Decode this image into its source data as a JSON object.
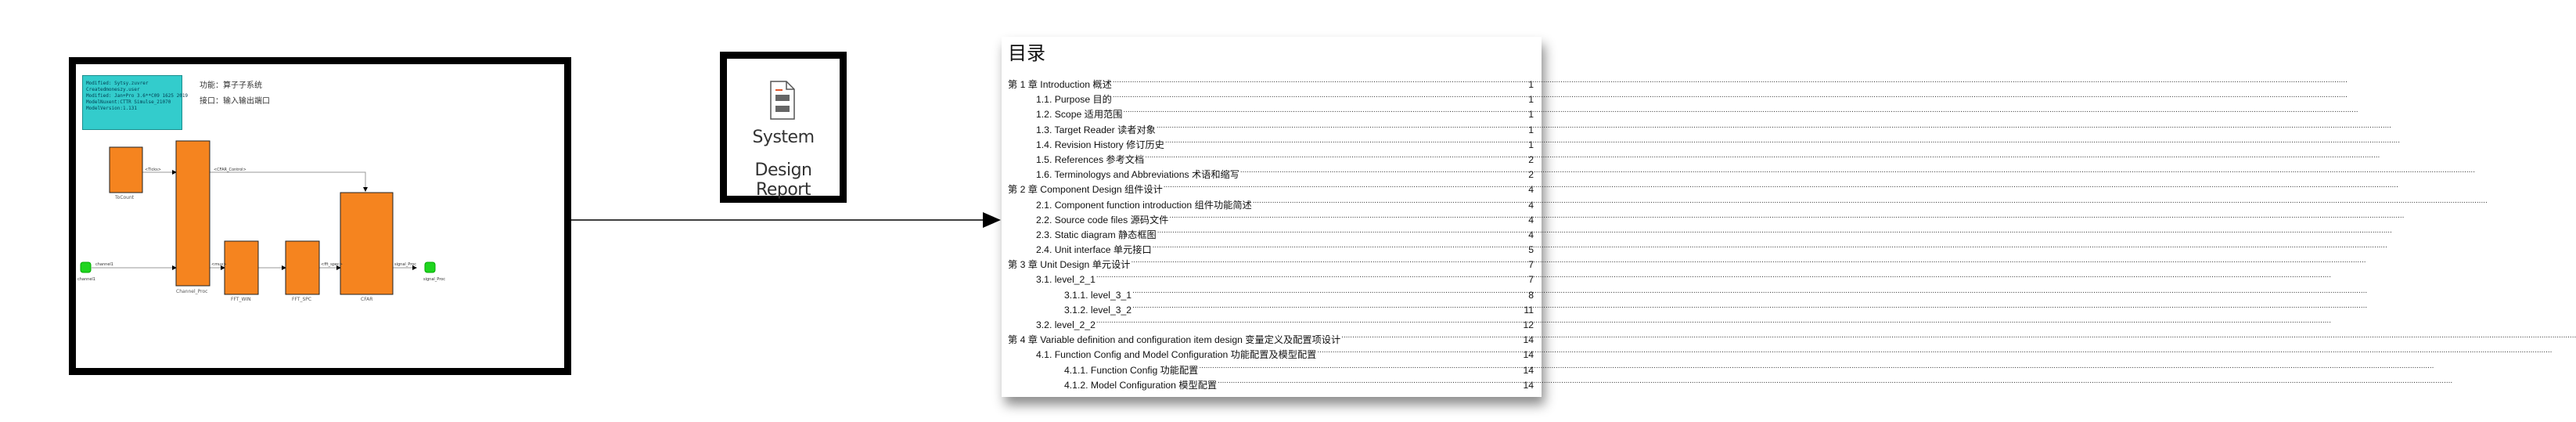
{
  "model": {
    "info_lines": [
      "Modified: Sytsy.zuvrer",
      "Createdmoneszy.user",
      "Modified: Jan+Pro 3.6**C09 1625 2019",
      "ModelNuxent:CTTR Simulse_21070",
      "ModelVersion:1.131"
    ],
    "note_function": "功能：算子子系统",
    "note_interface": "接口：输入输出端口",
    "blocks": {
      "tocount": "ToCount",
      "channel_proc": "Channel_Proc",
      "fft_win": "FFT_WIN",
      "fft_spec": "FFT_SPC",
      "cfar": "CFAR"
    },
    "ports": {
      "inport": "channel1",
      "outport": "signal_Proc"
    },
    "signals": {
      "s1": "<Ticks>",
      "s2": "<CFAR_Control>",
      "s3": "channel1",
      "s4": "<mux>",
      "s5": "<fft_spec>",
      "s6": "signal_Proc"
    }
  },
  "report_icon": {
    "line1": "System",
    "line2": "Design Report",
    "icon": "document-icon"
  },
  "toc": {
    "title": "目录",
    "entries": [
      {
        "level": 0,
        "text": "第 1 章 Introduction 概述",
        "page": "1"
      },
      {
        "level": 1,
        "text": "1.1. Purpose 目的",
        "page": "1"
      },
      {
        "level": 1,
        "text": "1.2. Scope 适用范围",
        "page": "1"
      },
      {
        "level": 1,
        "text": "1.3. Target Reader 读者对象",
        "page": "1"
      },
      {
        "level": 1,
        "text": "1.4. Revision History 修订历史",
        "page": "1"
      },
      {
        "level": 1,
        "text": "1.5. References 参考文档",
        "page": "2"
      },
      {
        "level": 1,
        "text": "1.6. Terminologys and Abbreviations 术语和缩写",
        "page": "2"
      },
      {
        "level": 0,
        "text": "第 2 章 Component Design 组件设计",
        "page": "4"
      },
      {
        "level": 1,
        "text": "2.1. Component function introduction 组件功能简述",
        "page": "4"
      },
      {
        "level": 1,
        "text": "2.2. Source code files 源码文件",
        "page": "4"
      },
      {
        "level": 1,
        "text": "2.3. Static diagram 静态框图",
        "page": "4"
      },
      {
        "level": 1,
        "text": "2.4. Unit interface 单元接口",
        "page": "5"
      },
      {
        "level": 0,
        "text": "第 3 章 Unit Design 单元设计",
        "page": "7"
      },
      {
        "level": 1,
        "text": "3.1. level_2_1",
        "page": "7"
      },
      {
        "level": 2,
        "text": "3.1.1. level_3_1",
        "page": "8"
      },
      {
        "level": 2,
        "text": "3.1.2. level_3_2",
        "page": "11"
      },
      {
        "level": 1,
        "text": "3.2. level_2_2",
        "page": "12"
      },
      {
        "level": 0,
        "text": "第 4 章 Variable definition and configuration item design 变量定义及配置项设计",
        "page": "14"
      },
      {
        "level": 1,
        "text": "4.1. Function Config and Model Configuration 功能配置及模型配置",
        "page": "14"
      },
      {
        "level": 2,
        "text": "4.1.1. Function Config 功能配置",
        "page": "14"
      },
      {
        "level": 2,
        "text": "4.1.2. Model Configuration 模型配置",
        "page": "14"
      }
    ]
  },
  "colors": {
    "block_fill": "#f5841f",
    "info_fill": "#33cccc",
    "port_fill": "#1fd51f"
  }
}
